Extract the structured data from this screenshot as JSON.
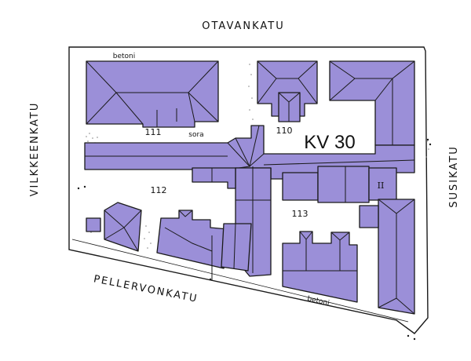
{
  "map": {
    "block_label": "KV 30",
    "streets": {
      "north": "OTAVANKATU",
      "west": "VILKKEENKATU",
      "east": "SUSIKATU",
      "south": "PELLERVONKATU"
    },
    "lots": [
      "111",
      "110",
      "112",
      "113"
    ],
    "surface_labels": {
      "betoni_top": "betoni",
      "sora": "sora",
      "betoni_bottom": "betoni"
    },
    "building_marker": "II"
  },
  "colors": {
    "roof": "#9b8fd8",
    "outline": "#1a1a1a",
    "paper": "#ffffff"
  }
}
